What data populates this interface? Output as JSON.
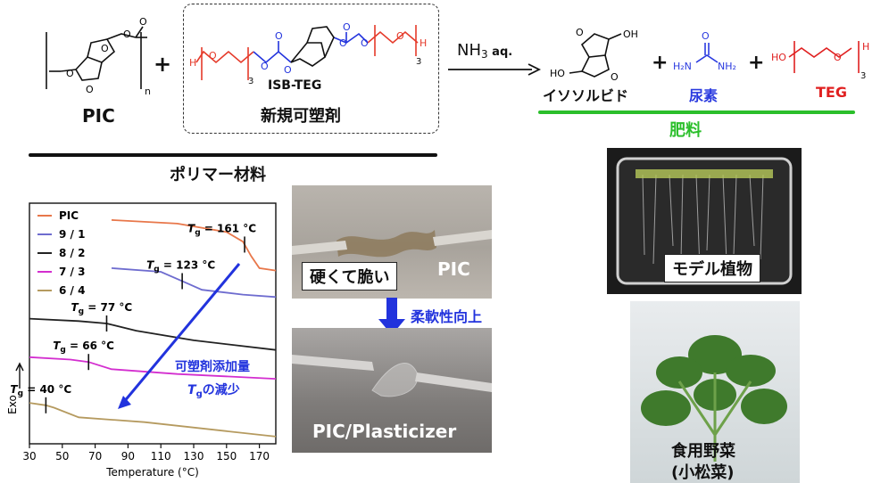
{
  "reaction": {
    "pic_label": "PIC",
    "pic_subscript": "n",
    "plus1": "+",
    "isb_teg_label": "ISB-TEG",
    "new_plasticizer": "新規可塑剤",
    "arrow_reagent": "NH",
    "arrow_reagent_sub": "3",
    "arrow_reagent_suffix": " aq.",
    "product1": "イソソルビド",
    "product2": "尿素",
    "product3": "TEG",
    "plus2": "+",
    "plus3": "+",
    "fertilizer": "肥料",
    "polymer_material": "ポリマー材料",
    "chem": {
      "o": "O",
      "h": "H",
      "oh": "OH",
      "ho": "HO",
      "h2n": "H₂N",
      "nh2": "NH₂",
      "three": "3"
    },
    "colors": {
      "red": "#e53a2a",
      "blue": "#2233dd",
      "teg_red": "#e02020",
      "urea_blue": "#2a3adf",
      "fertilizer_green": "#2bbf2b"
    }
  },
  "chart_data": {
    "type": "line",
    "xlabel": "Temperature (°C)",
    "ylabel": "Exo",
    "xlim": [
      30,
      180
    ],
    "xticks": [
      30,
      50,
      70,
      90,
      110,
      130,
      150,
      170
    ],
    "legend_position": "top-left",
    "grid": false,
    "series": [
      {
        "name": "PIC",
        "color": "#e8774a",
        "tg_label": "T",
        "tg_sub": "g",
        "tg_value": "= 161 °C",
        "points": [
          [
            80,
            0.93
          ],
          [
            120,
            0.915
          ],
          [
            150,
            0.88
          ],
          [
            160,
            0.84
          ],
          [
            165,
            0.78
          ],
          [
            170,
            0.73
          ],
          [
            180,
            0.72
          ]
        ]
      },
      {
        "name": "9 / 1",
        "color": "#6e6ccf",
        "tg_label": "T",
        "tg_sub": "g",
        "tg_value": "= 123 °C",
        "points": [
          [
            80,
            0.73
          ],
          [
            110,
            0.715
          ],
          [
            125,
            0.67
          ],
          [
            135,
            0.64
          ],
          [
            160,
            0.62
          ],
          [
            180,
            0.61
          ]
        ]
      },
      {
        "name": "8 / 2",
        "color": "#222222",
        "tg_label": "T",
        "tg_sub": "g",
        "tg_value": "= 77 °C",
        "points": [
          [
            30,
            0.52
          ],
          [
            60,
            0.51
          ],
          [
            77,
            0.5
          ],
          [
            95,
            0.47
          ],
          [
            130,
            0.43
          ],
          [
            180,
            0.39
          ]
        ]
      },
      {
        "name": "7 / 3",
        "color": "#d32ecf",
        "tg_label": "T",
        "tg_sub": "g",
        "tg_value": "= 66 °C",
        "points": [
          [
            30,
            0.36
          ],
          [
            55,
            0.35
          ],
          [
            66,
            0.34
          ],
          [
            80,
            0.31
          ],
          [
            120,
            0.29
          ],
          [
            180,
            0.27
          ]
        ]
      },
      {
        "name": "6 / 4",
        "color": "#b59a5f",
        "tg_label": "T",
        "tg_sub": "g",
        "tg_value": "= 40 °C",
        "points": [
          [
            30,
            0.17
          ],
          [
            40,
            0.16
          ],
          [
            45,
            0.15
          ],
          [
            60,
            0.11
          ],
          [
            100,
            0.09
          ],
          [
            180,
            0.03
          ]
        ]
      }
    ],
    "annotation_text": "可塑剤添加量",
    "annotation_tg": "T",
    "annotation_tg_sub": "g",
    "annotation_suffix": "の減少"
  },
  "photos": {
    "pic_label": "PIC",
    "hard_brittle": "硬くて脆い",
    "flexibility": "柔軟性向上",
    "pic_plasticizer": "PIC/Plasticizer",
    "model_plant": "モデル植物",
    "vegetable_line1": "食用野菜",
    "vegetable_line2": "(小松菜)"
  }
}
